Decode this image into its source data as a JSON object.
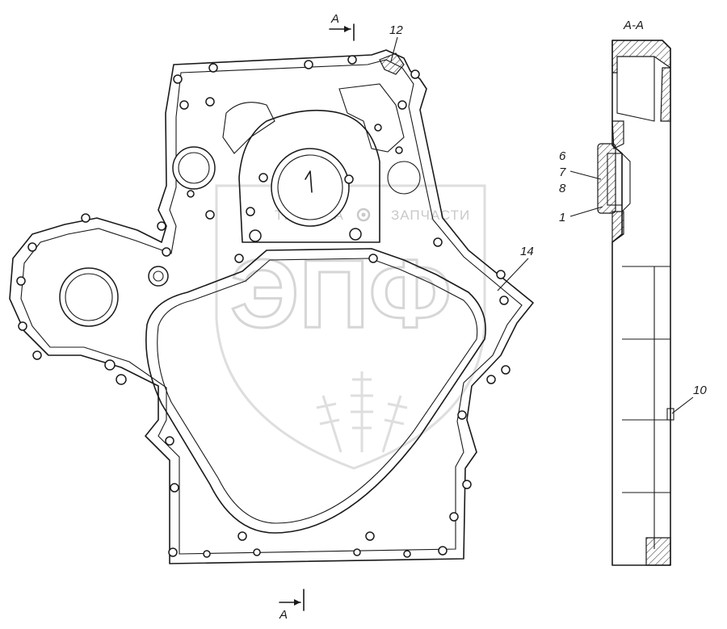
{
  "watermark": {
    "left_text": "ТЕХНИКА",
    "right_text": "ЗАПЧАСТИ",
    "logo_letters": "ЭПФ",
    "icon": "gear-icon"
  },
  "section": {
    "title": "A-A",
    "cut_mark_top": "A",
    "cut_mark_bottom": "A"
  },
  "callouts": {
    "c1": "1",
    "c6": "6",
    "c7": "7",
    "c8": "8",
    "c10": "10",
    "c12": "12",
    "c14": "14"
  },
  "colors": {
    "line": "#1a1a1a",
    "watermark": "#d6d6d6",
    "background": "#ffffff"
  }
}
